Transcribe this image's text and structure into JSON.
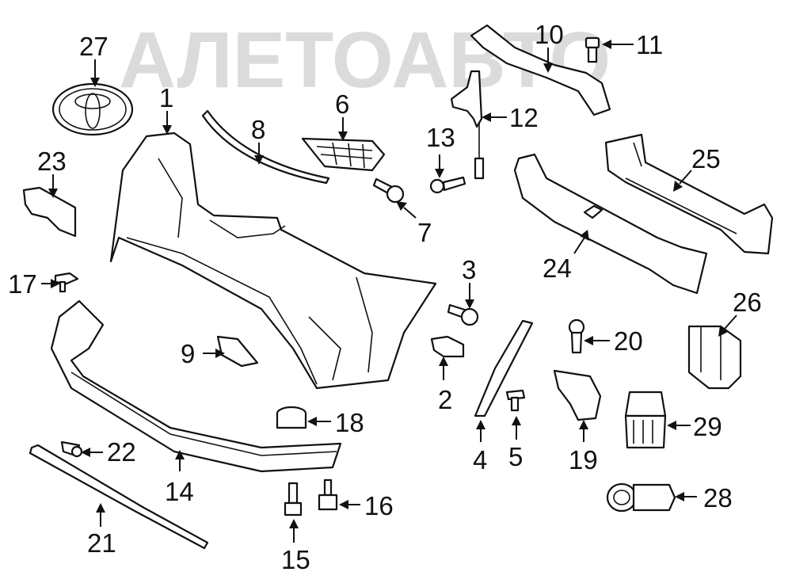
{
  "watermark": {
    "text": "АЛЕТОАВТО",
    "color": "#c4c4c4"
  },
  "callouts": [
    {
      "id": "27",
      "label": "27"
    },
    {
      "id": "1",
      "label": "1"
    },
    {
      "id": "8",
      "label": "8"
    },
    {
      "id": "6",
      "label": "6"
    },
    {
      "id": "10",
      "label": "10"
    },
    {
      "id": "11",
      "label": "11"
    },
    {
      "id": "12",
      "label": "12"
    },
    {
      "id": "13",
      "label": "13"
    },
    {
      "id": "7",
      "label": "7"
    },
    {
      "id": "23",
      "label": "23"
    },
    {
      "id": "25",
      "label": "25"
    },
    {
      "id": "24",
      "label": "24"
    },
    {
      "id": "17",
      "label": "17"
    },
    {
      "id": "3",
      "label": "3"
    },
    {
      "id": "26",
      "label": "26"
    },
    {
      "id": "9",
      "label": "9"
    },
    {
      "id": "20",
      "label": "20"
    },
    {
      "id": "2",
      "label": "2"
    },
    {
      "id": "18",
      "label": "18"
    },
    {
      "id": "29",
      "label": "29"
    },
    {
      "id": "22",
      "label": "22"
    },
    {
      "id": "4",
      "label": "4"
    },
    {
      "id": "5",
      "label": "5"
    },
    {
      "id": "19",
      "label": "19"
    },
    {
      "id": "14",
      "label": "14"
    },
    {
      "id": "16",
      "label": "16"
    },
    {
      "id": "28",
      "label": "28"
    },
    {
      "id": "21",
      "label": "21"
    },
    {
      "id": "15",
      "label": "15"
    }
  ]
}
